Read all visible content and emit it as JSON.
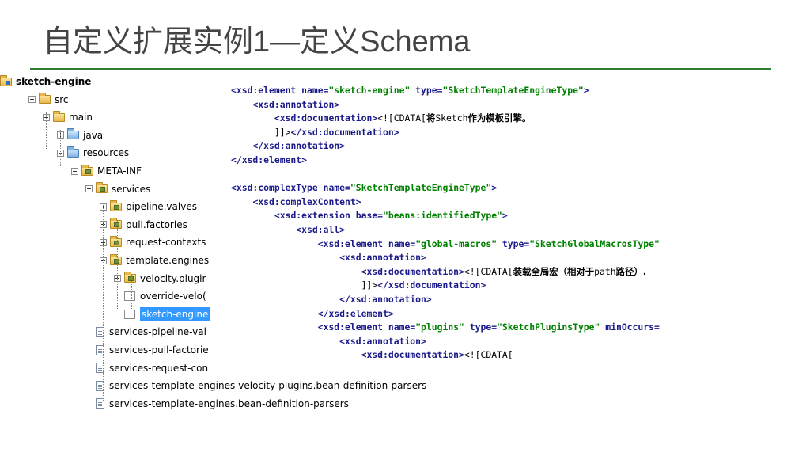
{
  "slide": {
    "title": "自定义扩展实例1—定义Schema"
  },
  "tree": {
    "items": [
      {
        "label": "sketch-engine",
        "icon": "project-folder-icon"
      },
      {
        "label": "src",
        "icon": "folder-icon"
      },
      {
        "label": "main",
        "icon": "folder-icon"
      },
      {
        "label": "java",
        "icon": "source-folder-icon"
      },
      {
        "label": "resources",
        "icon": "source-folder-icon"
      },
      {
        "label": "META-INF",
        "icon": "package-folder-icon"
      },
      {
        "label": "services",
        "icon": "package-folder-icon"
      },
      {
        "label": "pipeline.valves",
        "icon": "package-folder-icon"
      },
      {
        "label": "pull.factories",
        "icon": "package-folder-icon"
      },
      {
        "label": "request-contexts",
        "icon": "package-folder-icon"
      },
      {
        "label": "template.engines",
        "icon": "package-folder-icon"
      },
      {
        "label": "velocity.plugir",
        "icon": "package-folder-icon"
      },
      {
        "label": "override-velo(",
        "icon": "xsd-file-icon"
      },
      {
        "label": "sketch-engine",
        "icon": "xsd-file-icon",
        "selected": true
      },
      {
        "label": "services-pipeline-val",
        "icon": "file-icon"
      },
      {
        "label": "services-pull-factorie",
        "icon": "file-icon"
      },
      {
        "label": "services-request-con",
        "icon": "file-icon"
      },
      {
        "label": "services-template-engines-velocity-plugins.bean-definition-parsers",
        "icon": "file-icon"
      },
      {
        "label": "services-template-engines.bean-definition-parsers",
        "icon": "file-icon"
      }
    ]
  },
  "code": {
    "lines": [
      [
        [
          "tag",
          "<xsd:element "
        ],
        [
          "attr",
          "name="
        ],
        [
          "val",
          "\"sketch-engine\""
        ],
        [
          "plain",
          " "
        ],
        [
          "attr",
          "type="
        ],
        [
          "val",
          "\"SketchTemplateEngineType\""
        ],
        [
          "tag",
          ">"
        ]
      ],
      [
        [
          "plain",
          "    "
        ],
        [
          "tag",
          "<xsd:annotation>"
        ]
      ],
      [
        [
          "plain",
          "        "
        ],
        [
          "tag",
          "<xsd:documentation>"
        ],
        [
          "plain",
          "<![CDATA["
        ],
        [
          "cjk",
          "将"
        ],
        [
          "plain",
          "Sketch"
        ],
        [
          "cjk",
          "作为模板引擎。"
        ]
      ],
      [
        [
          "plain",
          "        ]]>"
        ],
        [
          "tag",
          "</xsd:documentation>"
        ]
      ],
      [
        [
          "plain",
          "    "
        ],
        [
          "tag",
          "</xsd:annotation>"
        ]
      ],
      [
        [
          "tag",
          "</xsd:element>"
        ]
      ],
      [
        [
          "plain",
          ""
        ]
      ],
      [
        [
          "tag",
          "<xsd:complexType "
        ],
        [
          "attr",
          "name="
        ],
        [
          "val",
          "\"SketchTemplateEngineType\""
        ],
        [
          "tag",
          ">"
        ]
      ],
      [
        [
          "plain",
          "    "
        ],
        [
          "tag",
          "<xsd:complexContent>"
        ]
      ],
      [
        [
          "plain",
          "        "
        ],
        [
          "tag",
          "<xsd:extension "
        ],
        [
          "attr",
          "base="
        ],
        [
          "val",
          "\"beans:identifiedType\""
        ],
        [
          "tag",
          ">"
        ]
      ],
      [
        [
          "plain",
          "            "
        ],
        [
          "tag",
          "<xsd:all>"
        ]
      ],
      [
        [
          "plain",
          "                "
        ],
        [
          "tag",
          "<xsd:element "
        ],
        [
          "attr",
          "name="
        ],
        [
          "val",
          "\"global-macros\""
        ],
        [
          "plain",
          " "
        ],
        [
          "attr",
          "type="
        ],
        [
          "val",
          "\"SketchGlobalMacrosType\""
        ]
      ],
      [
        [
          "plain",
          "                    "
        ],
        [
          "tag",
          "<xsd:annotation>"
        ]
      ],
      [
        [
          "plain",
          "                        "
        ],
        [
          "tag",
          "<xsd:documentation>"
        ],
        [
          "plain",
          "<![CDATA["
        ],
        [
          "cjk",
          "装载全局宏（相对于"
        ],
        [
          "plain",
          "path"
        ],
        [
          "cjk",
          "路径）."
        ]
      ],
      [
        [
          "plain",
          "                        ]]>"
        ],
        [
          "tag",
          "</xsd:documentation>"
        ]
      ],
      [
        [
          "plain",
          "                    "
        ],
        [
          "tag",
          "</xsd:annotation>"
        ]
      ],
      [
        [
          "plain",
          "                "
        ],
        [
          "tag",
          "</xsd:element>"
        ]
      ],
      [
        [
          "plain",
          "                "
        ],
        [
          "tag",
          "<xsd:element "
        ],
        [
          "attr",
          "name="
        ],
        [
          "val",
          "\"plugins\""
        ],
        [
          "plain",
          " "
        ],
        [
          "attr",
          "type="
        ],
        [
          "val",
          "\"SketchPluginsType\""
        ],
        [
          "plain",
          " "
        ],
        [
          "attr",
          "minOccurs="
        ]
      ],
      [
        [
          "plain",
          "                    "
        ],
        [
          "tag",
          "<xsd:annotation>"
        ]
      ],
      [
        [
          "plain",
          "                        "
        ],
        [
          "tag",
          "<xsd:documentation>"
        ],
        [
          "plain",
          "<![CDATA["
        ]
      ]
    ]
  }
}
